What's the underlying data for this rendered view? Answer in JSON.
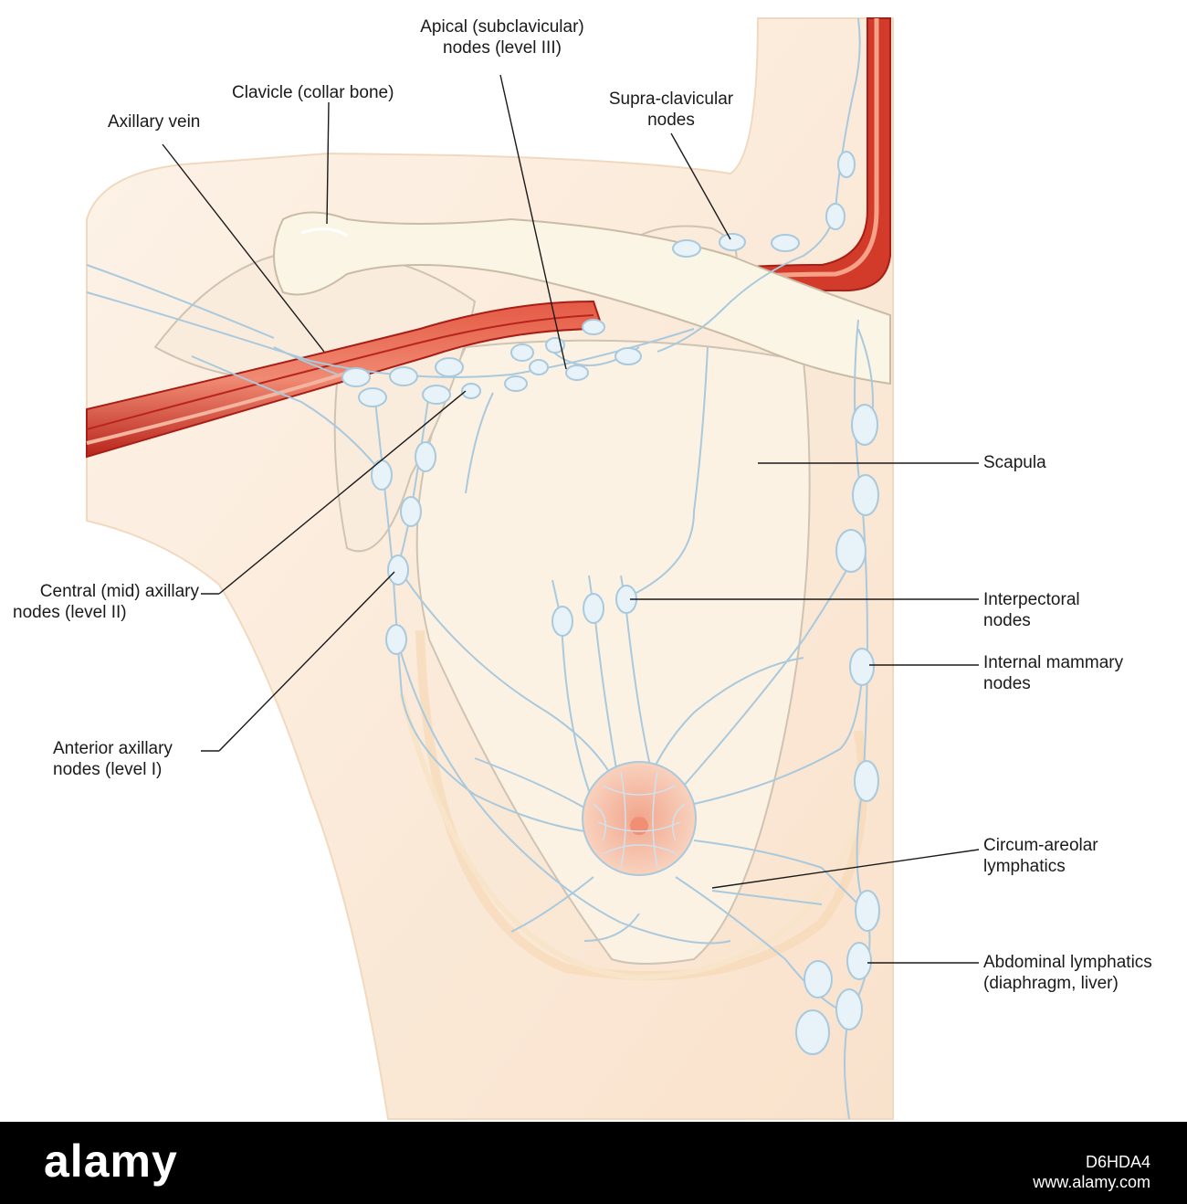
{
  "labels": {
    "apical": [
      "Apical (subclavicular)",
      "nodes (level III)"
    ],
    "clavicle": [
      "Clavicle (collar bone)"
    ],
    "supraclavicular": [
      "Supra-clavicular",
      "nodes"
    ],
    "axillary_vein": [
      "Axillary vein"
    ],
    "scapula": [
      "Scapula"
    ],
    "central": [
      "Central (mid) axillary",
      "nodes (level II)"
    ],
    "interpectoral": [
      "Interpectoral",
      "nodes"
    ],
    "internal_mammary": [
      "Internal mammary",
      "nodes"
    ],
    "anterior": [
      "Anterior axillary",
      "nodes (level I)"
    ],
    "circumareolar": [
      "Circum-areolar",
      "lymphatics"
    ],
    "abdominal": [
      "Abdominal lymphatics",
      "(diaphragm, liver)"
    ]
  },
  "footer": {
    "brand": "alamy",
    "image_id": "D6HDA4",
    "site": "www.alamy.com"
  },
  "colors": {
    "skin": "#fbe9d8",
    "bone": "#fbf5e6",
    "vessel": "#d23a2a",
    "vessel_dark": "#b0201a",
    "lymph": "#a9c9dd",
    "node_fill": "#e7f2f9",
    "areola": "#f4bfa3"
  }
}
